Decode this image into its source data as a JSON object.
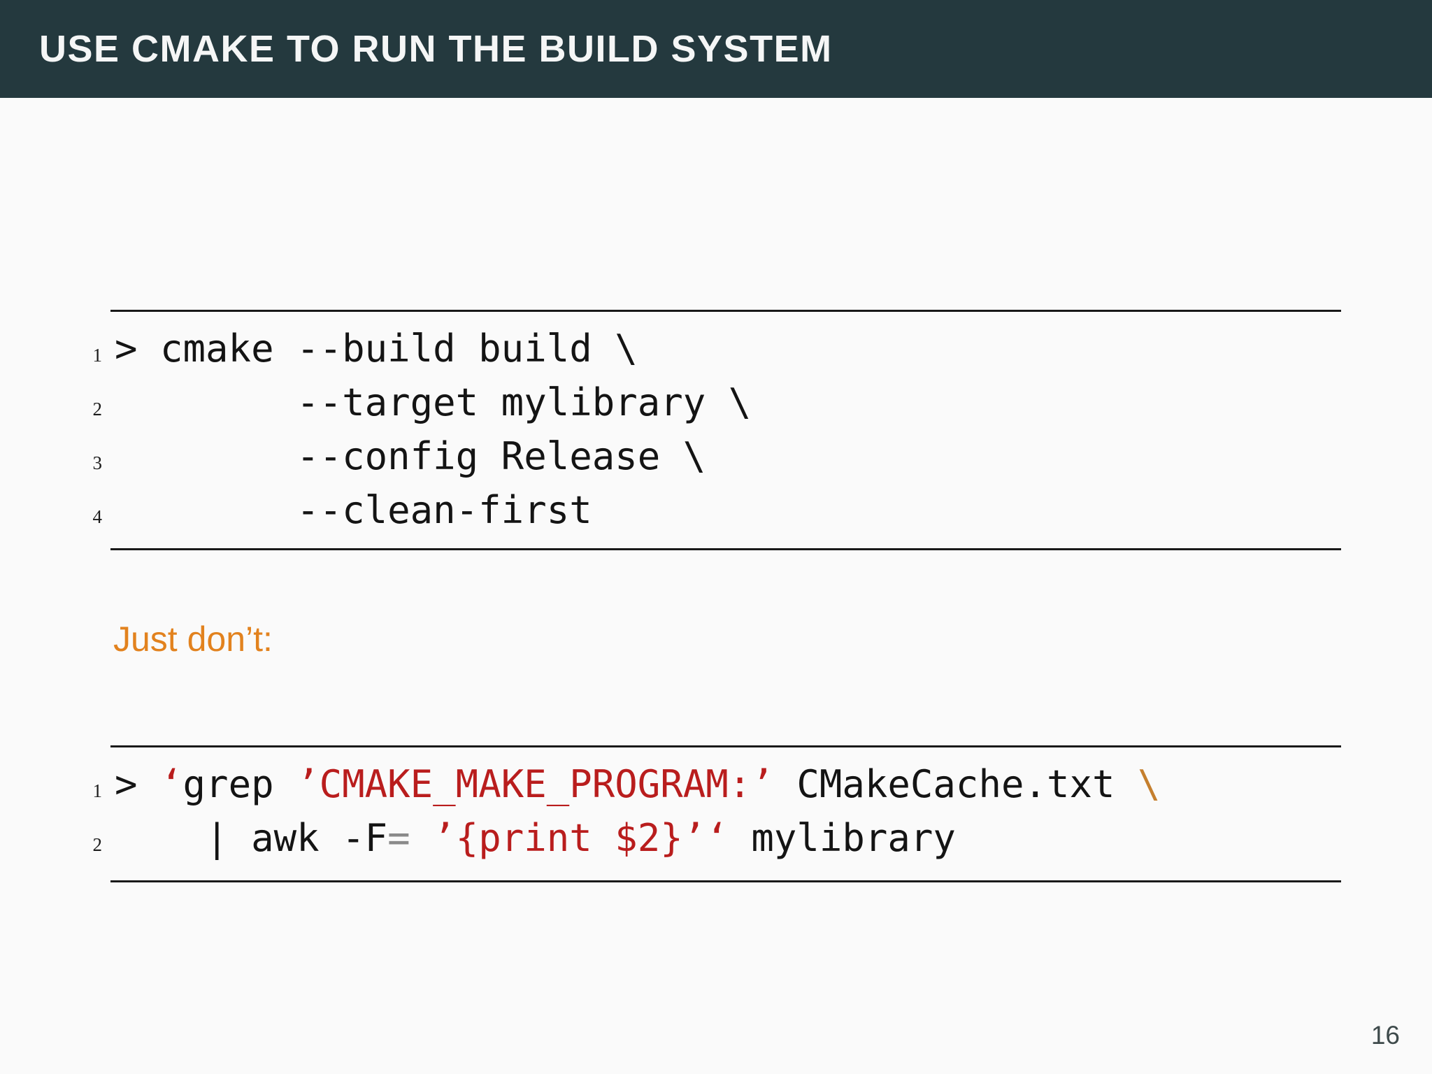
{
  "header": {
    "title": "USE CMAKE TO RUN THE BUILD SYSTEM"
  },
  "listing1": {
    "lines": [
      {
        "num": "1",
        "segments": [
          {
            "t": "> cmake --build build \\",
            "c": "code"
          }
        ]
      },
      {
        "num": "2",
        "segments": [
          {
            "t": "        --target mylibrary \\",
            "c": "code"
          }
        ]
      },
      {
        "num": "3",
        "segments": [
          {
            "t": "        --config Release \\",
            "c": "code"
          }
        ]
      },
      {
        "num": "4",
        "segments": [
          {
            "t": "        --clean-first",
            "c": "code"
          }
        ]
      }
    ]
  },
  "callout": {
    "text": "Just don’t:"
  },
  "listing2": {
    "lines": [
      {
        "num": "1",
        "segments": [
          {
            "t": "> ",
            "c": "code"
          },
          {
            "t": "‘",
            "c": "string"
          },
          {
            "t": "grep ",
            "c": "code"
          },
          {
            "t": "’CMAKE_MAKE_PROGRAM:’",
            "c": "string"
          },
          {
            "t": " CMakeCache.txt ",
            "c": "code"
          },
          {
            "t": "\\",
            "c": "escape"
          }
        ]
      },
      {
        "num": "2",
        "segments": [
          {
            "t": "    | awk -F",
            "c": "code"
          },
          {
            "t": "=",
            "c": "operator"
          },
          {
            "t": " ",
            "c": "code"
          },
          {
            "t": "’{print $2}’‘",
            "c": "string"
          },
          {
            "t": " mylibrary",
            "c": "code"
          }
        ]
      }
    ]
  },
  "page_number": "16",
  "colors": {
    "background": "#fafafa",
    "header_bg": "#24393e",
    "header_text": "#f5f6f6",
    "code": "#141414",
    "string_red": "#b91d1d",
    "escape_orange": "#c57f2e",
    "operator_gray": "#8a8a8a",
    "accent_orange": "#e2821e",
    "rule": "#191919"
  }
}
